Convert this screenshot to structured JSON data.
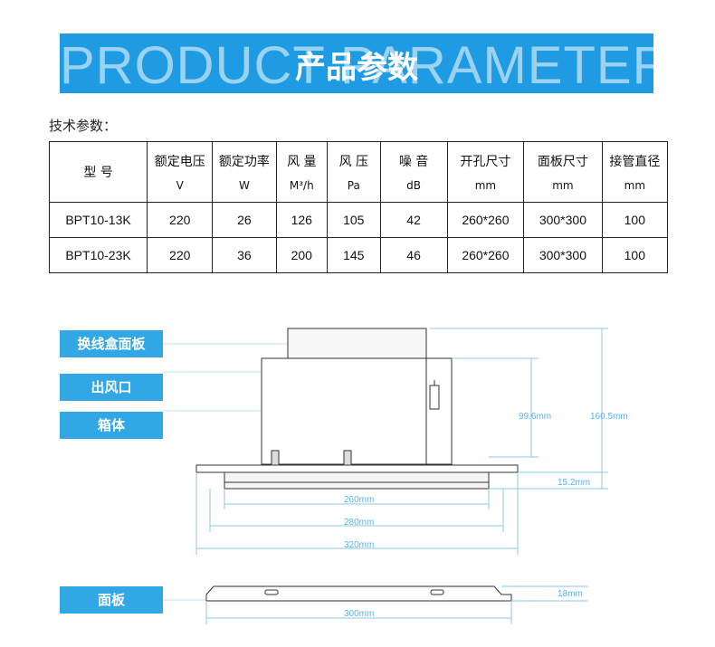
{
  "banner": {
    "bg_text": "PRODUCT PARAMETER",
    "title": "产品参数"
  },
  "spec_title": "技术参数：",
  "table": {
    "headers": [
      {
        "l1": "型 号",
        "l2": ""
      },
      {
        "l1": "额定电压",
        "l2": "V"
      },
      {
        "l1": "额定功率",
        "l2": "W"
      },
      {
        "l1": "风 量",
        "l2": "M³/h"
      },
      {
        "l1": "风 压",
        "l2": "Pa"
      },
      {
        "l1": "噪 音",
        "l2": "dB"
      },
      {
        "l1": "开孔尺寸",
        "l2": "mm"
      },
      {
        "l1": "面板尺寸",
        "l2": "mm"
      },
      {
        "l1": "接管直径",
        "l2": "mm"
      }
    ],
    "rows": [
      [
        "BPT10-13K",
        "220",
        "26",
        "126",
        "105",
        "42",
        "260*260",
        "300*300",
        "100"
      ],
      [
        "BPT10-23K",
        "220",
        "36",
        "200",
        "145",
        "46",
        "260*260",
        "300*300",
        "100"
      ]
    ]
  },
  "labels": {
    "box_panel": "换线盒面板",
    "outlet": "出风口",
    "body": "箱体",
    "panel": "面板"
  },
  "dims": {
    "h1": "99.6mm",
    "h2": "160.5mm",
    "h3": "15.2mm",
    "w1": "260mm",
    "w2": "280mm",
    "w3": "320mm",
    "panel_h": "18mm",
    "panel_w": "300mm"
  },
  "colors": {
    "banner": "#1f9be3",
    "label": "#31a7e6",
    "dim": "#5bb3e6"
  }
}
